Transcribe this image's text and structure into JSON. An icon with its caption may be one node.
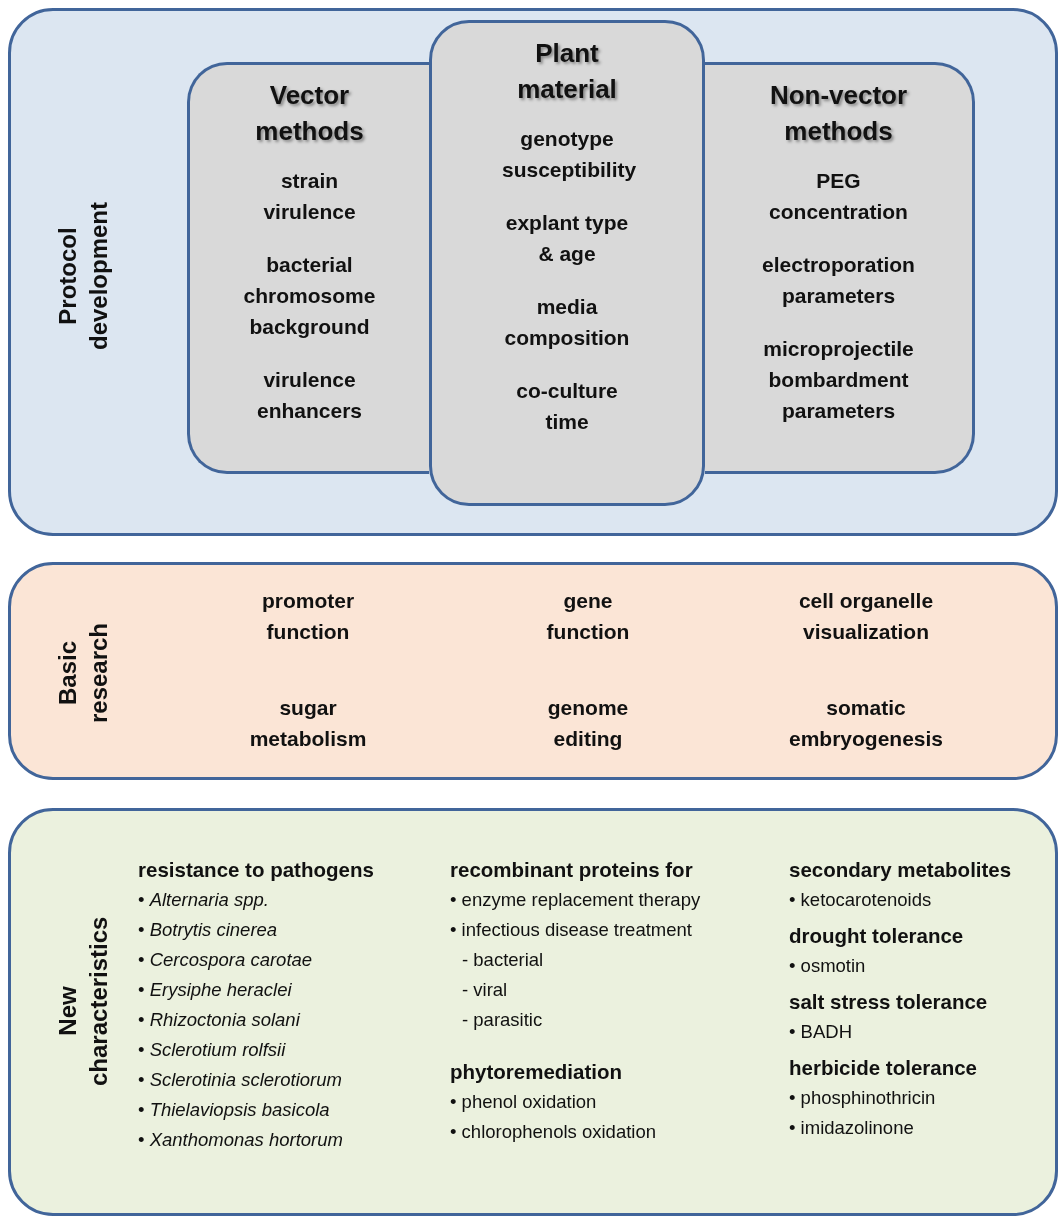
{
  "diagram": {
    "nodes": [
      {
        "text": [
          "Protocol development"
        ]
      },
      {
        "text": [
          "Vector methods",
          "strain virulence",
          "bacterial chromosome background",
          "virulence enhancers"
        ],
        "in": 0
      },
      {
        "text": [
          "Plant material",
          "genotype susceptibility",
          "explant type & age",
          "media composition",
          "co-culture time"
        ],
        "in": 0
      },
      {
        "text": [
          "Non-vector methods",
          "PEG concentration",
          "electroporation parameters",
          "microprojectile bombardment parameters"
        ],
        "in": 0
      },
      {
        "text": [
          "Basic research",
          "promoter function",
          "gene function",
          "cell organelle visualization",
          "sugar metabolism",
          "genome editing",
          "somatic embryogenesis"
        ]
      },
      {
        "text": [
          "New characteristics",
          "resistance to pathogens",
          "• *Alternaria spp.*",
          "• *Botrytis cinerea*",
          "• *Cercospora carotae*",
          "• *Erysiphe heraclei*",
          "• *Rhizoctonia solani*",
          "• *Sclerotium rolfsii*",
          "• *Sclerotinia sclerotiorum*",
          "• *Thielaviopsis basicola*",
          "• *Xanthomonas hortorum*",
          "recombinant proteins for",
          "• enzyme replacement therapy",
          "• infectious disease treatment",
          "- bacterial",
          "- viral",
          "- parasitic",
          "phytoremediation",
          "• phenol oxidation",
          "• chlorophenols oxidation",
          "secondary metabolites",
          "• ketocarotenoids",
          "drought tolerance",
          "• osmotin",
          "salt stress tolerance",
          "• BADH",
          "herbicide tolerance",
          "• phosphinothricin",
          "• imidazolinone"
        ]
      }
    ],
    "edges": []
  }
}
